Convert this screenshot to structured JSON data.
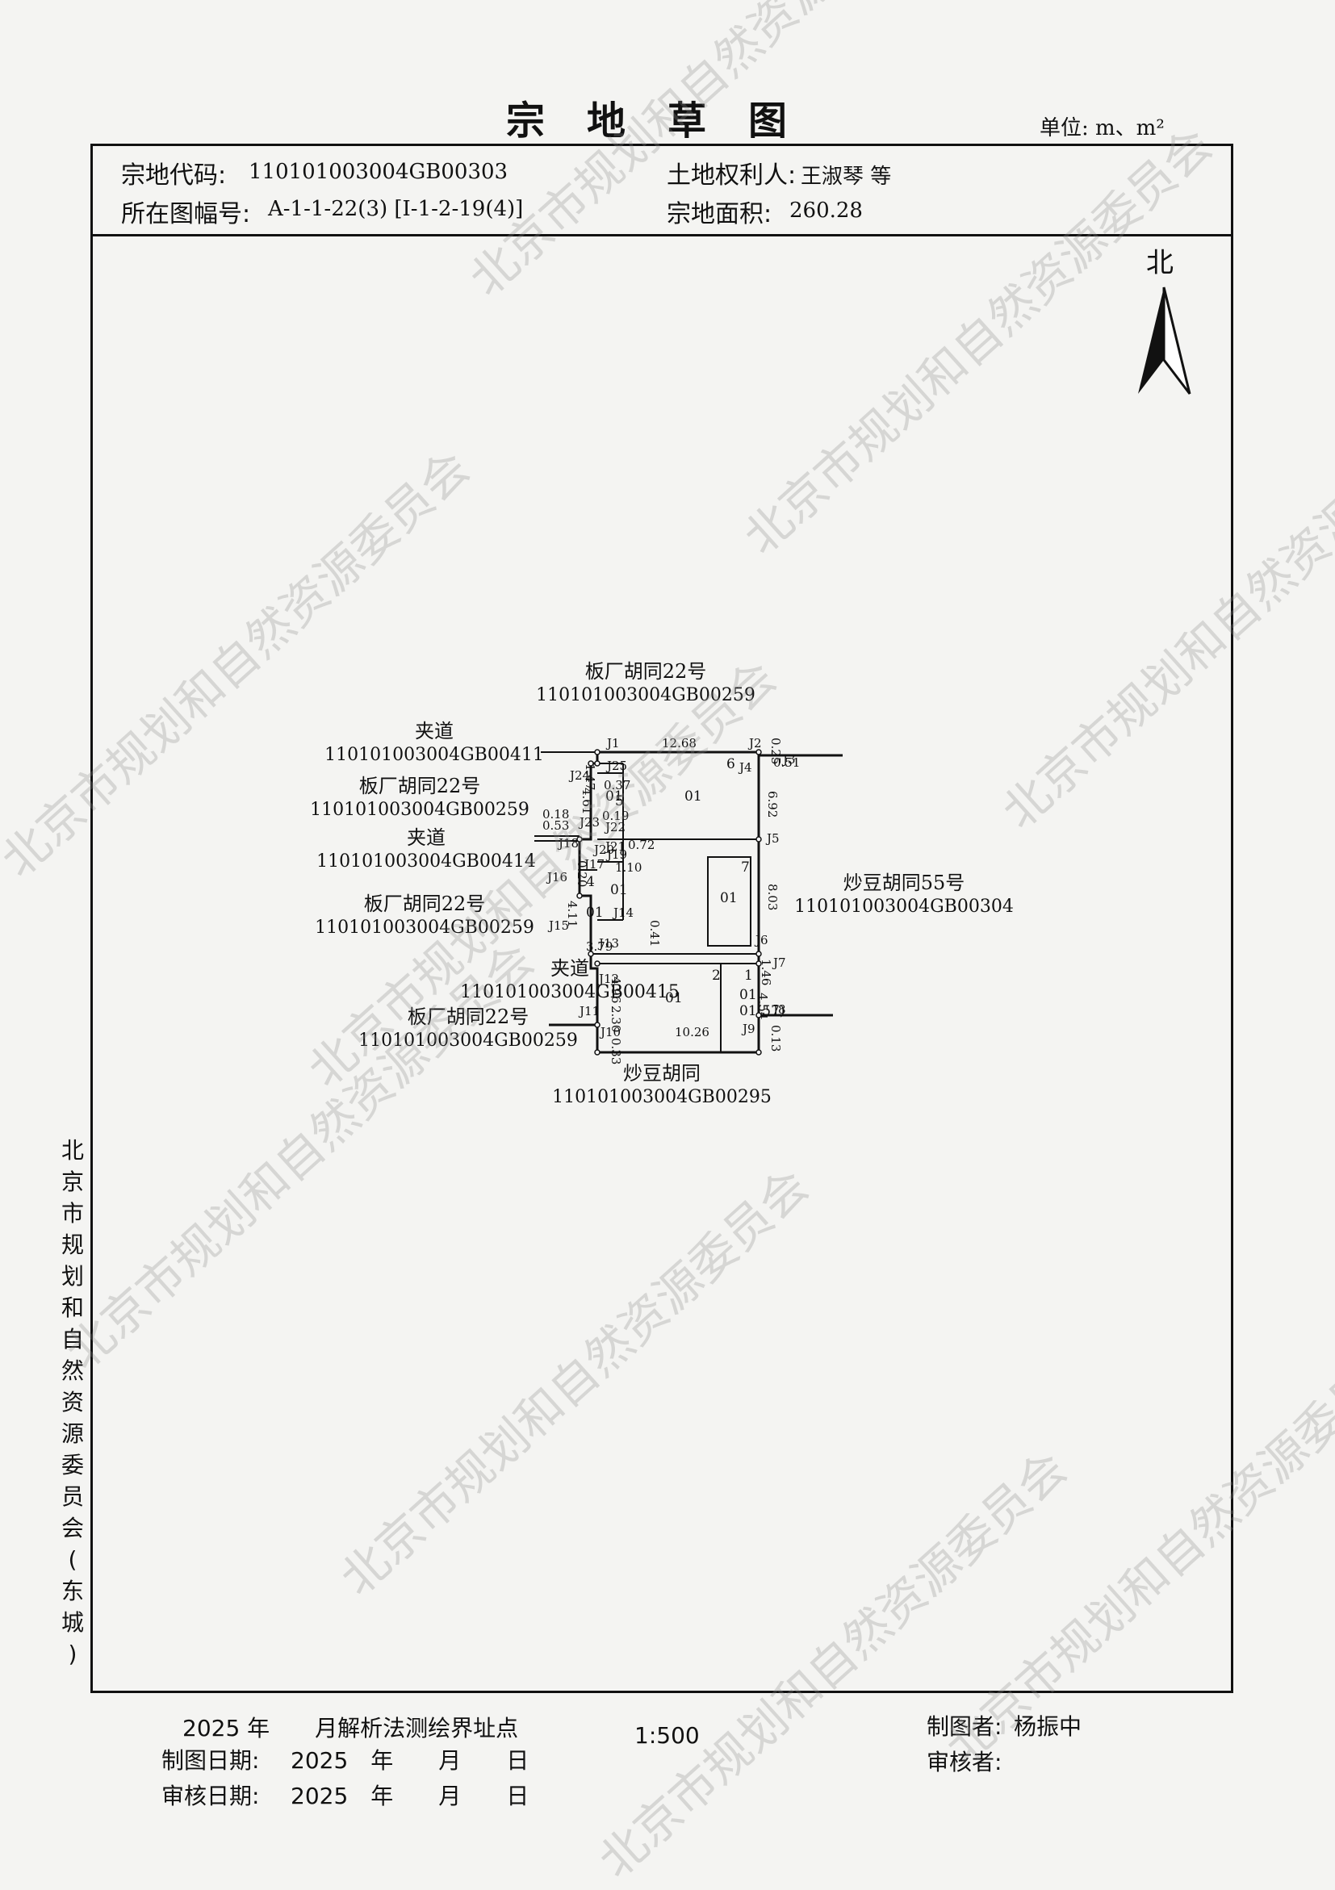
{
  "title": "宗地草图",
  "unit": "单位: m、m²",
  "header": {
    "parcel_code_label": "宗地代码:",
    "parcel_code": "110101003004GB00303",
    "owner_label": "土地权利人:",
    "owner": "王淑琴 等",
    "map_sheet_label": "所在图幅号:",
    "map_sheet": "A-1-1-22(3) [I-1-2-19(4)]",
    "area_label": "宗地面积:",
    "area": "260.28"
  },
  "north_label": "北",
  "side_text": [
    "北",
    "京",
    "市",
    "规",
    "划",
    "和",
    "自",
    "然",
    "资",
    "源",
    "委",
    "员",
    "会",
    "(",
    "东",
    "城",
    ")"
  ],
  "neighbors": [
    {
      "name": "板厂胡同22号",
      "code": "110101003004GB00259"
    },
    {
      "name": "夹道",
      "code": "110101003004GB00411"
    },
    {
      "name": "板厂胡同22号",
      "code": "110101003004GB00259"
    },
    {
      "name": "夹道",
      "code": "110101003004GB00414"
    },
    {
      "name": "板厂胡同22号",
      "code": "110101003004GB00259"
    },
    {
      "name": "夹道",
      "code": "110101003004GB00415"
    },
    {
      "name": "板厂胡同22号",
      "code": "110101003004GB00259"
    },
    {
      "name": "炒豆胡同55号",
      "code": "110101003004GB00304"
    },
    {
      "name": "炒豆胡同",
      "code": "110101003004GB00295"
    }
  ],
  "points": [
    "J1",
    "J2",
    "J3",
    "J4",
    "J5",
    "J6",
    "J7",
    "J8",
    "J9",
    "J10",
    "J11",
    "J12",
    "J13",
    "J14",
    "J15",
    "J16",
    "J17",
    "J18",
    "J19",
    "J20",
    "J21",
    "J22",
    "J23",
    "J24",
    "J25"
  ],
  "lengths": [
    "12.68",
    "0.25",
    "0.51",
    "6.92",
    "8.03",
    "1.46",
    "4.54",
    "0.13",
    "10.26",
    "0.33",
    "2.30",
    "4.96",
    "3.79",
    "4.11",
    "0.41",
    "1.10",
    "0.72",
    "4.61",
    "0.37",
    "0.19",
    "0.18",
    "0.53",
    "1.47",
    "0.20"
  ],
  "building_labels": [
    "01",
    "01",
    "01",
    "01",
    "01",
    "01",
    "01",
    "01(57)"
  ],
  "floor_marks": [
    "6",
    "7",
    "5",
    "4",
    "2",
    "1"
  ],
  "footer": {
    "note": "2025 年　　月解析法测绘界址点",
    "draw_date_label": "制图日期:",
    "draw_date": "2025　年　　月　　日",
    "check_date_label": "审核日期:",
    "check_date": "2025　年　　月　　日",
    "scale": "1:500",
    "drafter_label": "制图者:",
    "drafter": "杨振中",
    "checker_label": "审核者:",
    "checker": ""
  },
  "watermark": "北京市规划和自然资源委员会"
}
